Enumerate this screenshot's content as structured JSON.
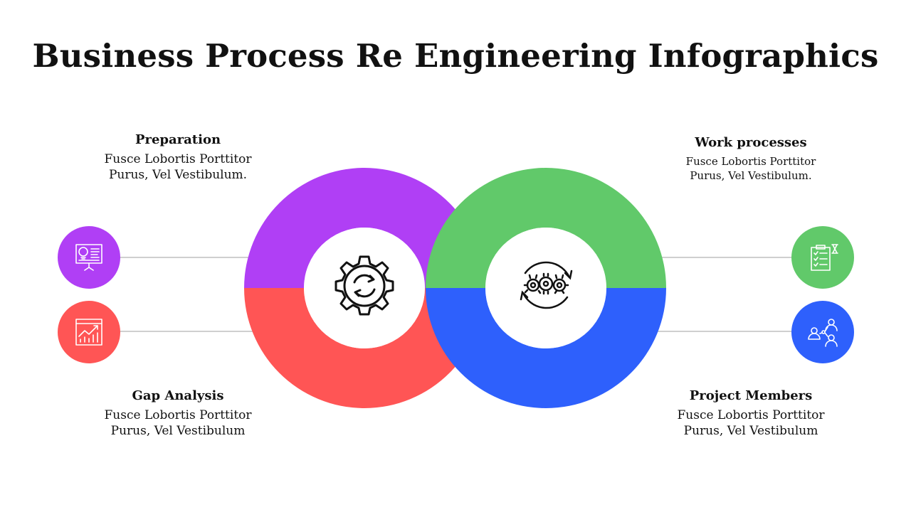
{
  "title": "Business Process Re Engineering Infographics",
  "colors": {
    "purple": "#B03FF5",
    "red": "#FF5555",
    "green": "#61C96A",
    "blue": "#2E60FC",
    "line": "#CFCFCF"
  },
  "sections": {
    "preparation": {
      "heading": "Preparation",
      "line1": "Fusce Lobortis Porttitor",
      "line2": "Purus, Vel Vestibulum.",
      "icon": "idea-board-icon"
    },
    "gap_analysis": {
      "heading": "Gap Analysis",
      "line1": "Fusce Lobortis Porttitor",
      "line2": "Purus, Vel Vestibulum",
      "icon": "growth-chart-icon"
    },
    "work_processes": {
      "heading": "Work processes",
      "line1": "Fusce Lobortis Porttitor",
      "line2": "Purus, Vel Vestibulum.",
      "icon": "checklist-hourglass-icon"
    },
    "project_members": {
      "heading": "Project Members",
      "line1": "Fusce Lobortis Porttitor",
      "line2": "Purus, Vel Vestibulum",
      "icon": "team-network-icon"
    }
  },
  "center_icons": {
    "left": "gear-cycle-icon",
    "right": "gears-rotation-icon"
  }
}
